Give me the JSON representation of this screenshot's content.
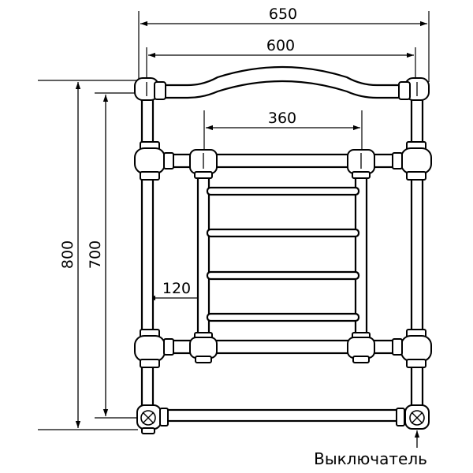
{
  "dimensions": {
    "overall_width": "650",
    "axis_width": "600",
    "inner_width": "360",
    "offset": "120",
    "overall_height": "800",
    "axis_height": "700"
  },
  "switch_label": "Выключатель"
}
